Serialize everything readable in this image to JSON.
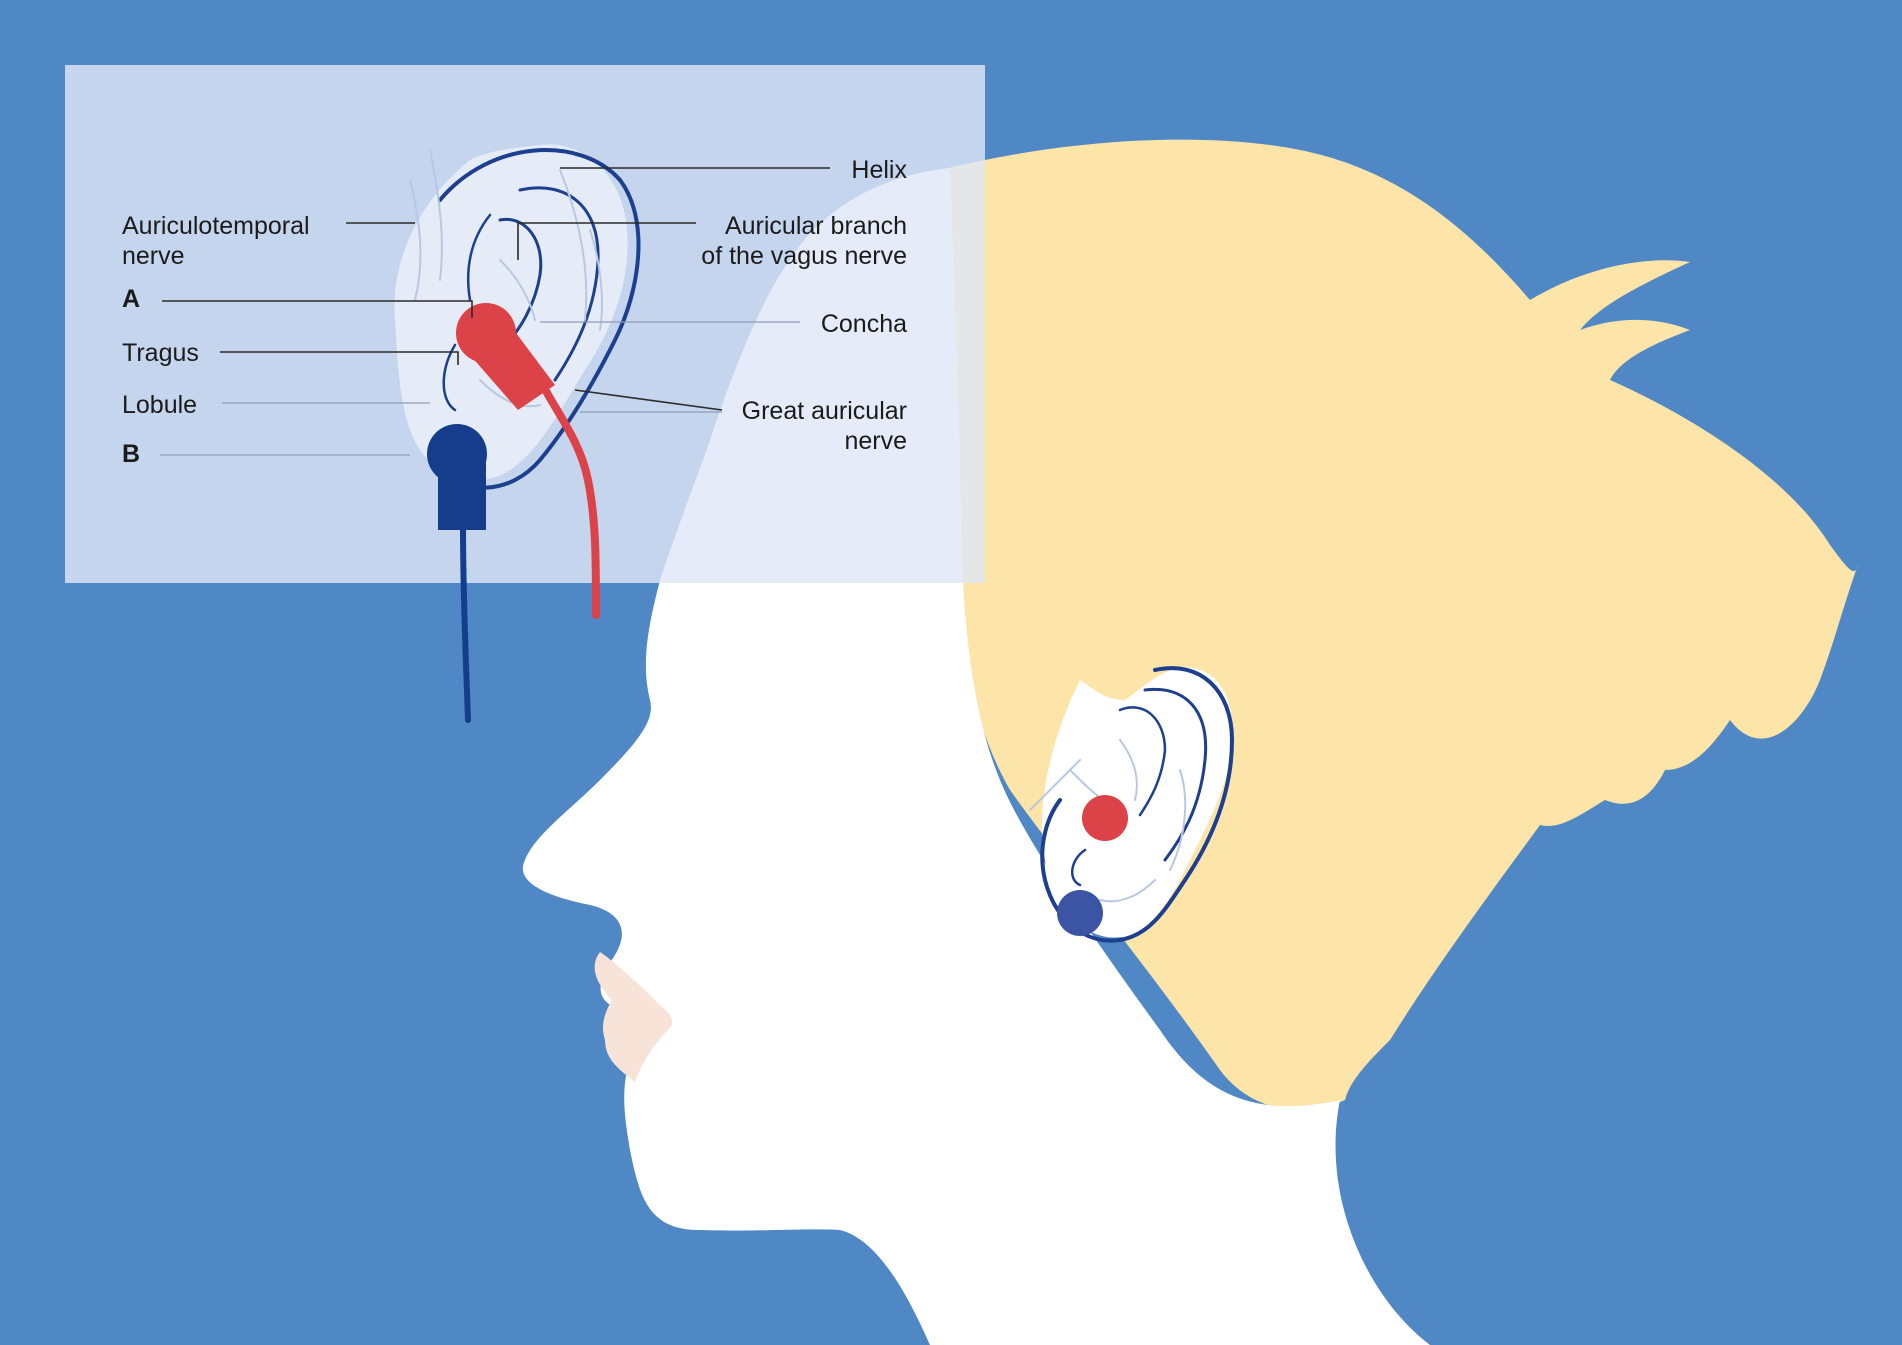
{
  "colors": {
    "background": "#5088c6",
    "inset_panel": "#cdd9f0",
    "hair": "#fde4a8",
    "skin": "#ffffff",
    "lips": "#f8e3d9",
    "ear_outline": "#1d3f8f",
    "electrode_a": "#db4349",
    "electrode_b": "#163d8c",
    "electrode_b_dot": "#3b55a4",
    "text": "#1b1b1b"
  },
  "labels": {
    "helix": "Helix",
    "auriculotemporal_line1": "Auriculotemporal",
    "auriculotemporal_line2": "nerve",
    "auricular_branch_line1": "Auricular branch",
    "auricular_branch_line2": "of the vagus nerve",
    "a": "A",
    "concha": "Concha",
    "tragus": "Tragus",
    "lobule": "Lobule",
    "great_auricular_line1": "Great auricular",
    "great_auricular_line2": "nerve",
    "b": "B"
  }
}
